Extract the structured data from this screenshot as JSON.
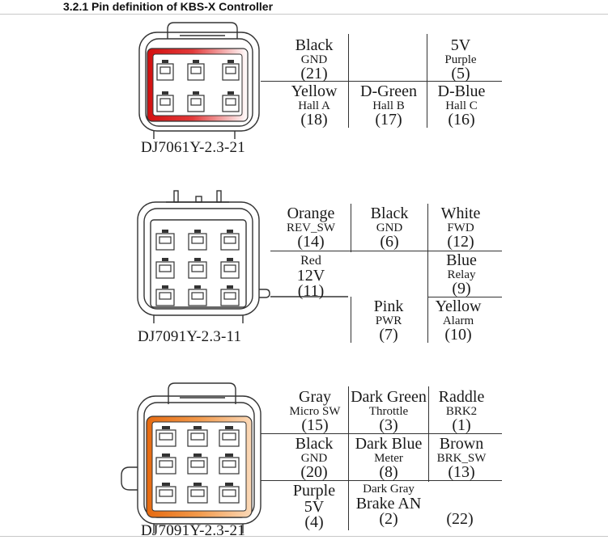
{
  "page_title": "3.2.1 Pin definition of KBS-X Controller",
  "connectors": [
    {
      "part": "DJ7061Y-2.3-21",
      "cells": [
        {
          "color": "Black",
          "function": "GND",
          "pin": "(21)"
        },
        {
          "color": "",
          "function": "",
          "pin": ""
        },
        {
          "color": "5V",
          "function": "Purple",
          "pin": "(5)"
        },
        {
          "color": "Yellow",
          "function": "Hall A",
          "pin": "(18)"
        },
        {
          "color": "D-Green",
          "function": "Hall B",
          "pin": "(17)"
        },
        {
          "color": "D-Blue",
          "function": "Hall C",
          "pin": "(16)"
        }
      ]
    },
    {
      "part": "DJ7091Y-2.3-11",
      "cells": [
        {
          "color": "Orange",
          "function": "REV_SW",
          "pin": "(14)"
        },
        {
          "color": "Black",
          "function": "GND",
          "pin": "(6)"
        },
        {
          "color": "White",
          "function": "FWD",
          "pin": "(12)"
        },
        {
          "color": "Red",
          "function": "12V",
          "pin": "(11)"
        },
        {
          "color": "",
          "function": "",
          "pin": ""
        },
        {
          "color": "Blue",
          "function": "Relay",
          "pin": "(9)"
        },
        {
          "color": "",
          "function": "",
          "pin": ""
        },
        {
          "color": "Pink",
          "function": "PWR",
          "pin": "(7)"
        },
        {
          "color": "Yellow",
          "function": "Alarm",
          "pin": "(10)"
        }
      ]
    },
    {
      "part": "DJ7091Y-2.3-21",
      "cells": [
        {
          "color": "Gray",
          "function": "Micro SW",
          "pin": "(15)"
        },
        {
          "color": "Dark Green",
          "function": "Throttle",
          "pin": "(3)"
        },
        {
          "color": "Raddle",
          "function": "BRK2",
          "pin": "(1)"
        },
        {
          "color": "Black",
          "function": "GND",
          "pin": "(20)"
        },
        {
          "color": "Dark Blue",
          "function": "Meter",
          "pin": "(8)"
        },
        {
          "color": "Brown",
          "function": "BRK_SW",
          "pin": "(13)"
        },
        {
          "color": "Purple",
          "function": "5V",
          "pin": "(4)"
        },
        {
          "color": "Dark Gray",
          "function": "Brake AN",
          "pin": "(2)"
        },
        {
          "color": "",
          "function": "",
          "pin": "(22)"
        }
      ]
    }
  ],
  "colors": {
    "connector1_highlight": "#e01818",
    "connector3_highlight": "#f07a1a",
    "outline": "#333333"
  }
}
